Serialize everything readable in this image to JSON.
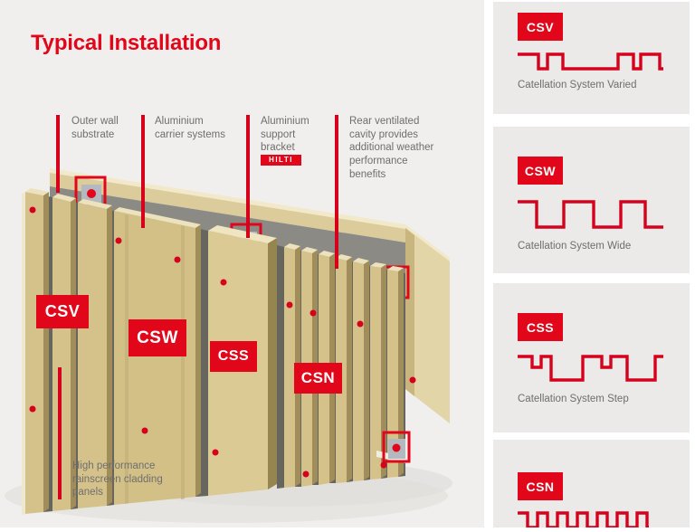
{
  "title": "Typical Installation",
  "colors": {
    "accent_red": "#e2061b",
    "profile_red": "#d6001c",
    "label_gray": "#6e6e6e",
    "panel_tan": "#d5c28b",
    "wall_gray": "#8b8a85"
  },
  "callouts": {
    "outer_wall": "Outer wall substrate",
    "carrier": "Aluminium carrier systems",
    "support_bracket": "Aluminium support bracket",
    "bracket_brand": "HILTI",
    "cavity": "Rear ventilated cavity provides additional weather performance benefits",
    "cladding": "High performance rainscreen cladding panels"
  },
  "diagram_labels": [
    "CSV",
    "CSW",
    "CSS",
    "CSN"
  ],
  "sidebar_cards": [
    {
      "code": "CSV",
      "caption": "Catellation System Varied"
    },
    {
      "code": "CSW",
      "caption": "Catellation System Wide"
    },
    {
      "code": "CSS",
      "caption": "Catellation System Step"
    },
    {
      "code": "CSN",
      "caption": ""
    }
  ]
}
